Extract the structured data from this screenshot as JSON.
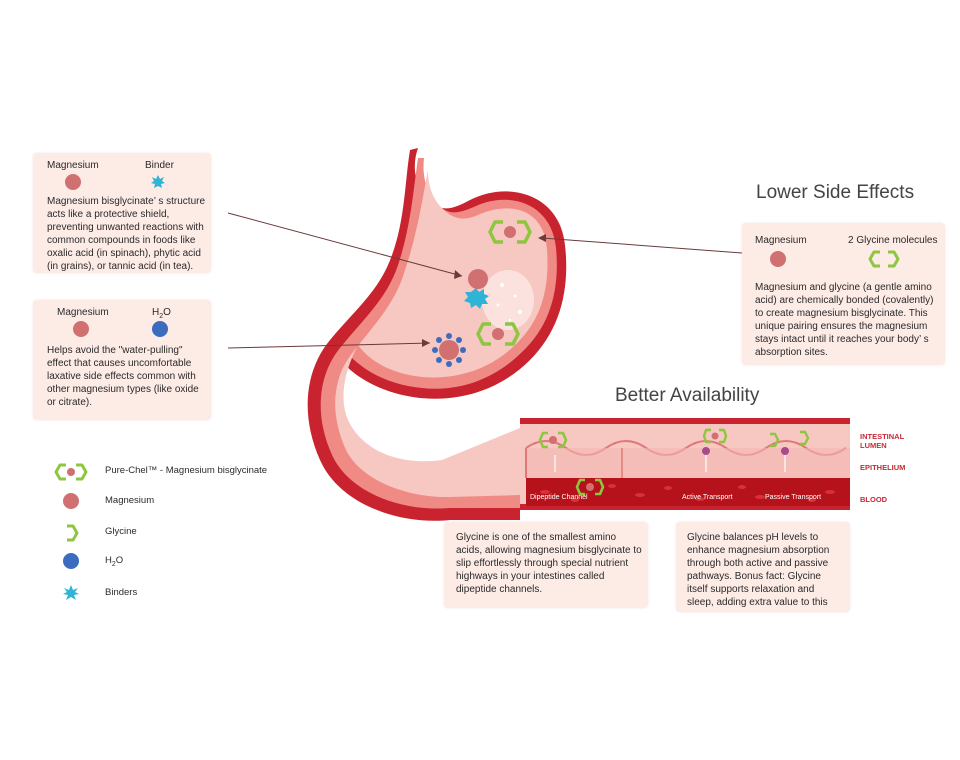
{
  "cards": {
    "binder": {
      "label_magnesium": "Magnesium",
      "label_binder": "Binder",
      "text": "Magnesium bisglycinate’ s structure acts like a protective shield, preventing unwanted reactions with common compounds in foods like oxalic acid (in spinach), phytic acid (in grains), or tannic acid (in tea)."
    },
    "water": {
      "label_magnesium": "Magnesium",
      "label_h2o_main": "H",
      "label_h2o_sub": "2",
      "label_h2o_end": "O",
      "text": "Helps avoid the \"water-pulling\" effect that causes uncomfortable laxative side effects common with other magnesium types (like oxide or citrate)."
    },
    "glycine": {
      "label_magnesium": "Magnesium",
      "label_glycine": "2 Glycine molecules",
      "text": "Magnesium and glycine (a gentle amino acid) are chemically bonded (covalently) to create magnesium bisglycinate. This unique pairing ensures the magnesium stays intact until it reaches your body’ s absorption sites."
    },
    "dipeptide": {
      "text": "Glycine is one of the smallest amino acids, allowing magnesium bisglycinate to slip effortlessly through special nutrient highways in your intestines called dipeptide channels."
    },
    "ph": {
      "text": "Glycine balances pH levels to enhance magnesium absorption through both active and passive pathways. Bonus fact: Glycine itself supports relaxation and sleep, adding extra value to this"
    }
  },
  "headings": {
    "lower_side_effects": "Lower Side Effects",
    "better_availability": "Better Availability"
  },
  "intestine_labels": {
    "lumen_line1": "INTESTINAL",
    "lumen_line2": "LUMEN",
    "epithelium": "EPITHELIUM",
    "blood": "BLOOD",
    "dipeptide_channel": "Dipeptide Channel",
    "active_transport": "Active Transport",
    "passive_transport": "Passive Transport"
  },
  "legend": [
    {
      "icon": "pure-chel-icon",
      "label": "Pure-Chel™ - Magnesium bisglycinate"
    },
    {
      "icon": "magnesium-icon",
      "label": "Magnesium"
    },
    {
      "icon": "glycine-icon",
      "label": "Glycine"
    },
    {
      "icon": "h2o-icon",
      "label_main": "H",
      "label_sub": "2",
      "label_end": "O"
    },
    {
      "icon": "binder-icon",
      "label": "Binders"
    }
  ],
  "colors": {
    "card_bg": "#fdebe6",
    "magnesium": "#d07070",
    "h2o": "#3b6cbf",
    "binder": "#2fb3d6",
    "glycine": "#8dc63f",
    "stomach_wall": "#c8232e",
    "stomach_inner": "#f7c7c2",
    "blood": "#b5121b"
  }
}
